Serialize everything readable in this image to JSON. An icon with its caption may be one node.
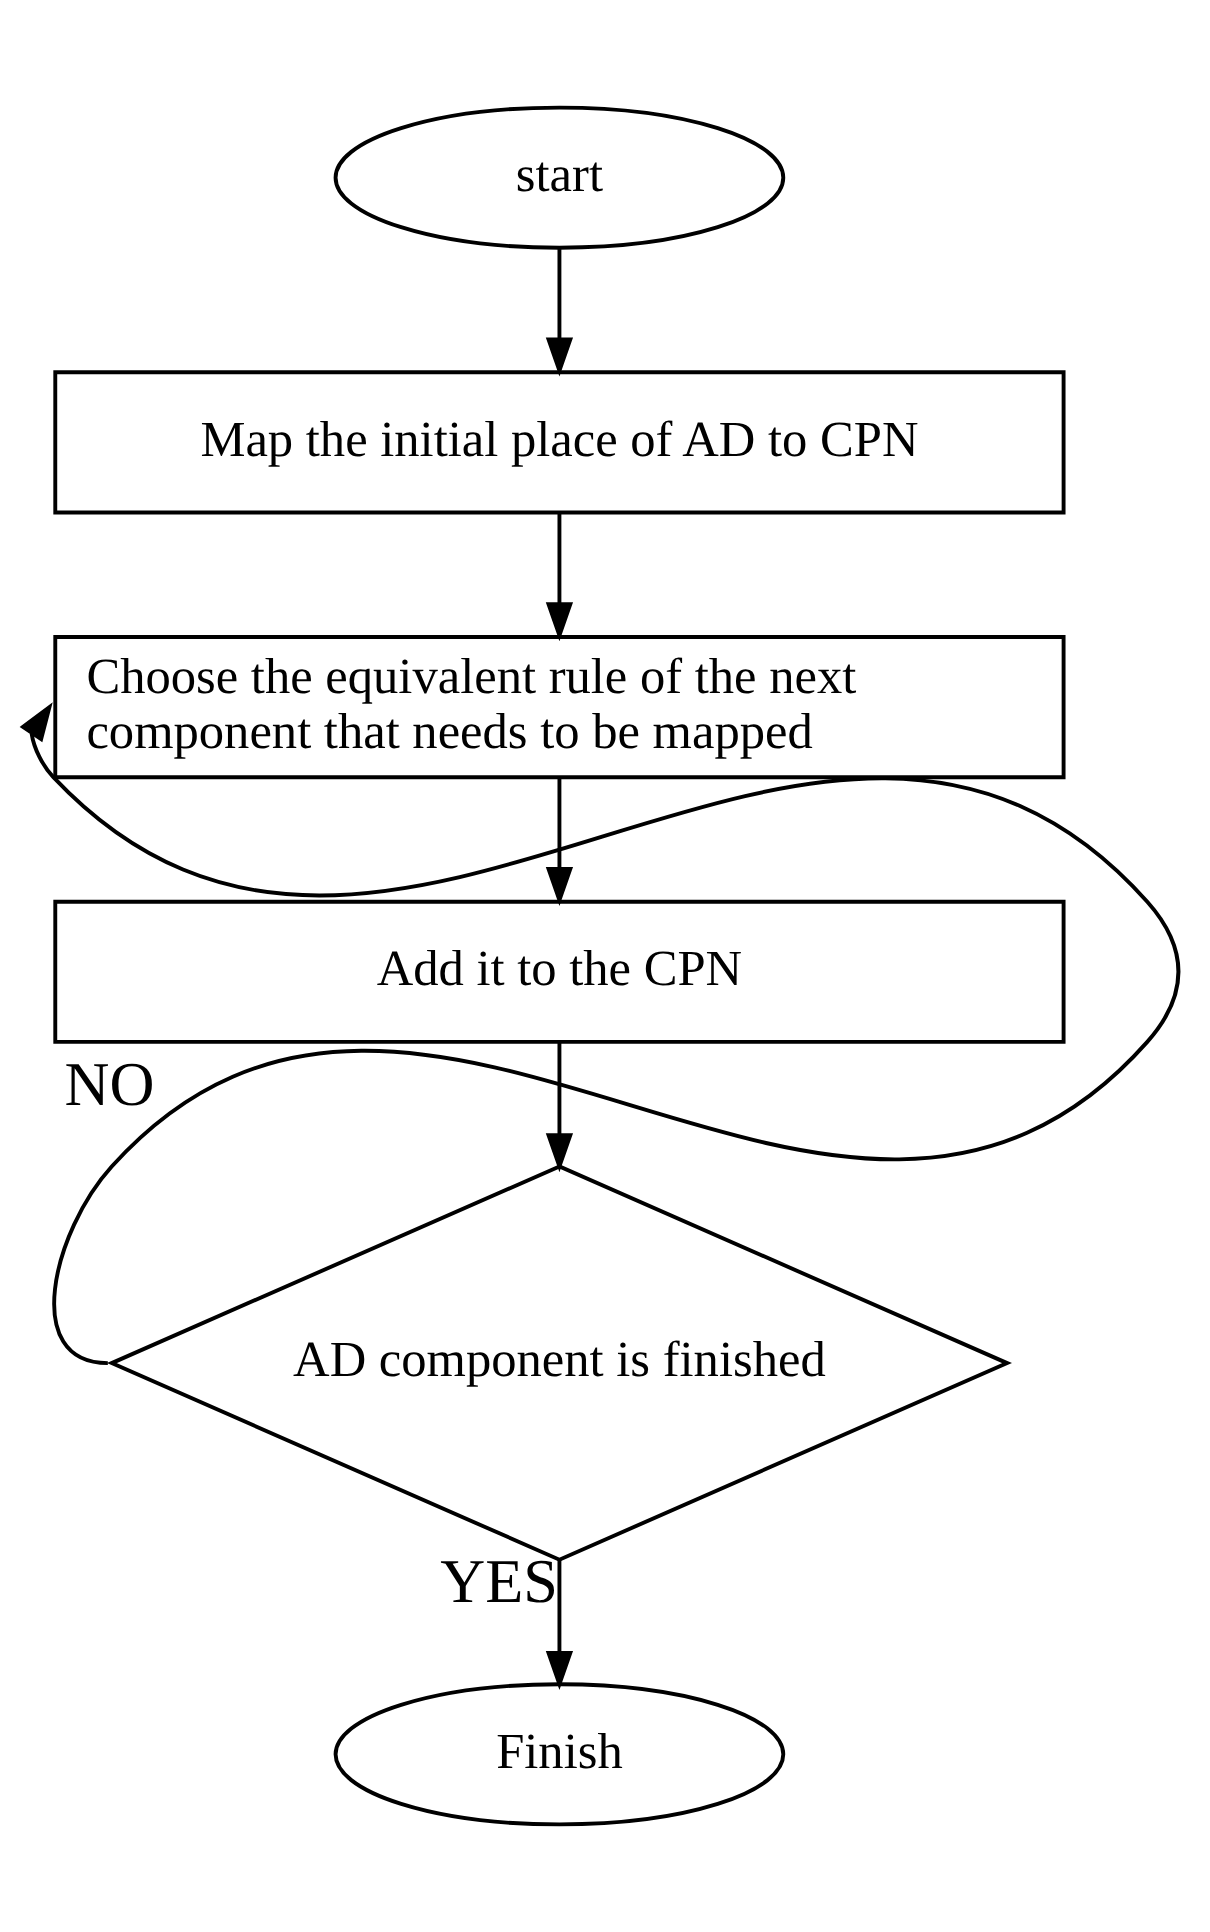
{
  "diagram": {
    "nodes": [
      {
        "text": [
          "start"
        ]
      },
      {
        "text": [
          "Map the initial place of AD to CPN"
        ]
      },
      {
        "text": [
          "Choose the equivalent rule of the next component that needs to be mapped"
        ]
      },
      {
        "text": [
          "Add it to the CPN"
        ]
      },
      {
        "text": [
          "AD component is finished"
        ]
      },
      {
        "text": [
          "Finish"
        ]
      }
    ],
    "edges": [
      {
        "from": 0,
        "to": 1,
        "arrow": "to"
      },
      {
        "from": 1,
        "to": 2,
        "arrow": "to"
      },
      {
        "from": 2,
        "to": 3,
        "arrow": "to"
      },
      {
        "from": 3,
        "to": 4,
        "arrow": "to"
      },
      {
        "from": 4,
        "to": 2,
        "arrow": "to",
        "label": "NO"
      },
      {
        "from": 4,
        "to": 5,
        "arrow": "to",
        "label": "YES"
      }
    ]
  }
}
